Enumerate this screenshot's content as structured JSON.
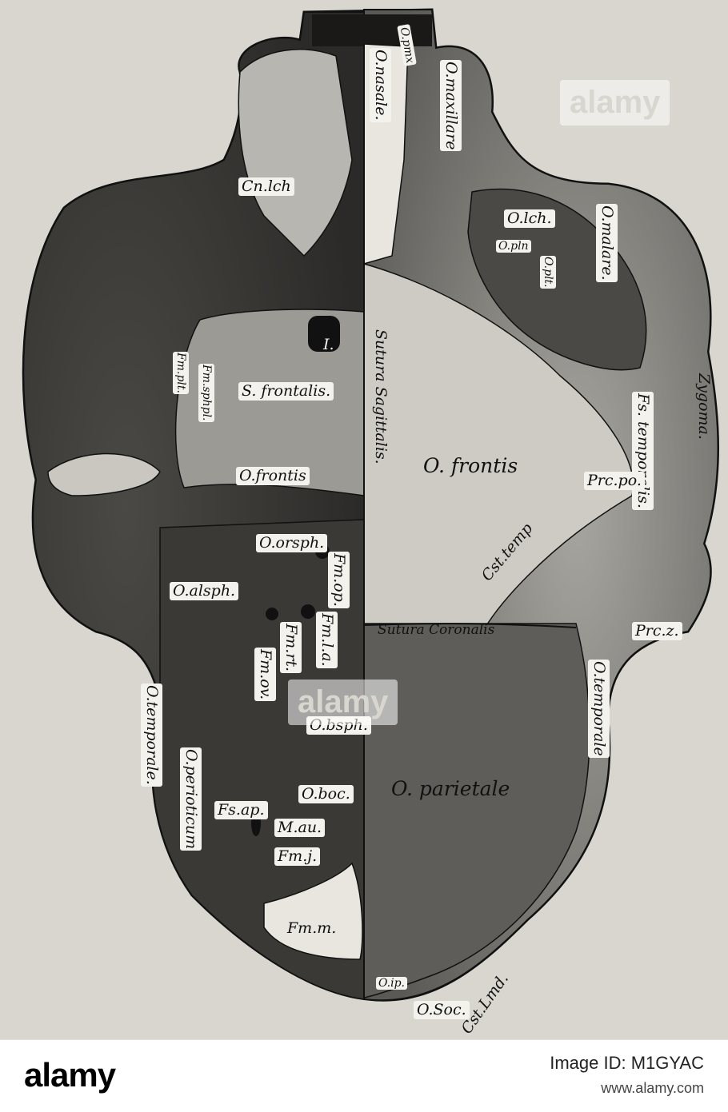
{
  "labels": {
    "o_pmx": "O.pmx",
    "o_nasale": "O.nasale.",
    "o_maxillare": "O.maxillare",
    "cn_lch": "Cn.lch",
    "o_lch": "O.lch.",
    "o_pln": "O.pln",
    "o_plt": "O.plt.",
    "o_malare": "O.malare.",
    "i": "I.",
    "sutura_sagittalis": "Sutura Sagittalis.",
    "s_frontalis": "S. frontalis.",
    "fm_plt": "Fm.plt.",
    "fm_sphpl": "Fm.sphpl.",
    "zygoma": "Zygoma.",
    "fs_temporalis": "Fs. temporalis.",
    "o_frontis_left": "O.frontis",
    "o_frontis_right": "O. frontis",
    "prc_po": "Prc.po.",
    "o_orsph": "O.orsph.",
    "fm_op": "Fm.op.",
    "cst_temp": "Cst.temp",
    "o_alsph": "O.alsph.",
    "fm_la": "Fm.l.a.",
    "fm_rt": "Fm.rt.",
    "sutura_coronalis": "Sutura Coronalis",
    "prc_z": "Prc.z.",
    "fm_ov": "Fm.ov.",
    "o_temporale_left": "O.temporale.",
    "o_temporale_right": "O.temporale",
    "o_bsph": "O.bsph.",
    "o_perioticum": "O.perioticum",
    "fs_ap": "Fs.ap.",
    "o_boc": "O.boc.",
    "o_parietale": "O. parietale",
    "m_au": "M.au.",
    "fm_j": "Fm.j.",
    "fm_m": "Fm.m.",
    "o_ip": "O.ip.",
    "o_soc": "O.Soc.",
    "cst_lmd": "Cst.Lmd."
  },
  "watermark": {
    "text": "alamy"
  },
  "footer": {
    "logo": "alamy",
    "image_id": "Image ID: M1GYAC",
    "url": "www.alamy.com"
  },
  "colors": {
    "paper": "#d8d6cf",
    "bone_light": "#c6c4bd",
    "bone_dark": "#3a3936",
    "ink": "#111111"
  }
}
